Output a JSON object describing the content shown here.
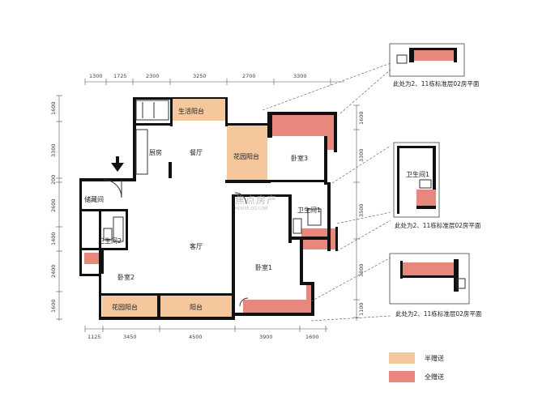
{
  "colors": {
    "half_gift": "#f4c79d",
    "full_gift": "#e8877b",
    "wall": "#111111"
  },
  "dimensions": {
    "top": [
      "1300",
      "1725",
      "2300",
      "3250",
      "2700",
      "3300"
    ],
    "bottom": [
      "1125",
      "3450",
      "4500",
      "3900",
      "1600"
    ],
    "left": [
      "1600",
      "3300",
      "200",
      "2600",
      "1400",
      "2400",
      "1600"
    ],
    "right": [
      "1600",
      "3300",
      "3500",
      "3800",
      "1100"
    ]
  },
  "rooms": {
    "living_balcony": "生活阳台",
    "kitchen": "厨房",
    "dining": "餐厅",
    "garden_balcony_top": "花园阳台",
    "bedroom3": "卧室3",
    "storage": "储藏间",
    "bath2": "卫生间2",
    "living_room": "客厅",
    "bath1": "卫生间1",
    "bedroom1": "卧室1",
    "bedroom2": "卧室2",
    "garden_balcony_bottom": "花园阳台",
    "balcony": "阳台"
  },
  "insets": {
    "note1": "此处为2、11栋标准层02房平面",
    "bath1_label": "卫生间1",
    "note2": "此处为2、11栋标准层02房平面",
    "note3": "此处为2、11栋标准层02房平面"
  },
  "watermark": {
    "brand": "焦点房产",
    "url": "HOUSE.QQ.COM"
  },
  "legend": {
    "half": "半赠送",
    "full": "全赠送"
  }
}
